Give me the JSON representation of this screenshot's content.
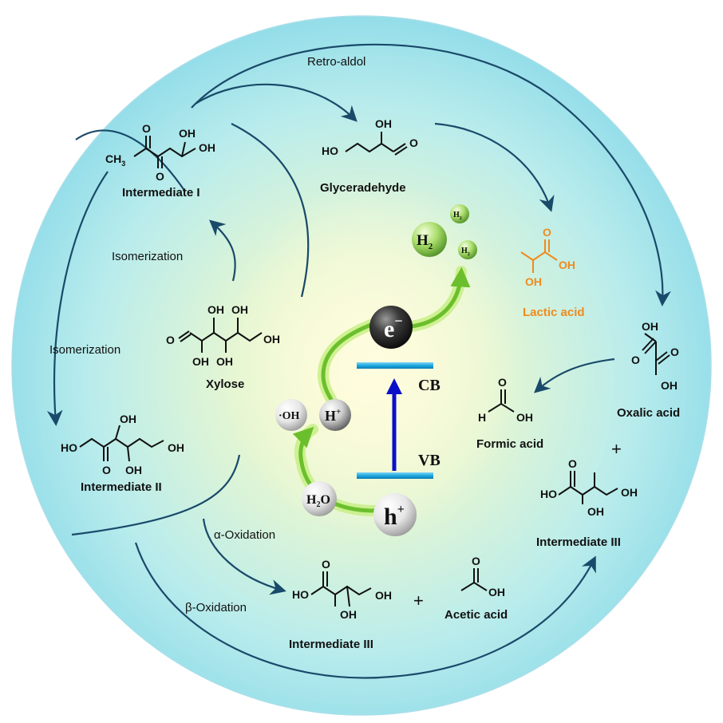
{
  "reactions": {
    "retro_aldol": "Retro-aldol",
    "isomerization_upper": "Isomerization",
    "isomerization_left": "Isomerization",
    "alpha_oxidation": "α-Oxidation",
    "beta_oxidation": "β-Oxidation"
  },
  "compounds": {
    "intermediate_1": "Intermediate I",
    "intermediate_2": "Intermediate II",
    "intermediate_3_bottom": "Intermediate III",
    "intermediate_3_right": "Intermediate III",
    "xylose": "Xylose",
    "glyceraldehyde": "Glyceradehyde",
    "lactic_acid": "Lactic acid",
    "oxalic_acid": "Oxalic acid",
    "formic_acid": "Formic acid",
    "acetic_acid": "Acetic acid"
  },
  "photocatalyst": {
    "electron": "e",
    "electron_sup": "−",
    "hole": "h",
    "hole_sup": "+",
    "conduction_band": "CB",
    "valence_band": "VB",
    "hydroxyl_radical": "·OH",
    "proton": "H",
    "proton_sup": "+",
    "water": "H",
    "water_sub": "2",
    "water_tail": "O",
    "hydrogen_large": "H",
    "hydrogen_large_sub": "2",
    "hydrogen_small": "H",
    "hydrogen_small_sub": "2"
  },
  "atoms": {
    "O": "O",
    "OH": "OH",
    "HO": "HO",
    "H": "H",
    "CH3": "CH",
    "CH3_sub": "3"
  },
  "operators": {
    "plus": "+"
  },
  "colors": {
    "background_outer": "#9fe3ee",
    "background_center": "#f6f7c8",
    "lactic_acid": "#f08a1c",
    "bands": "#1fa8e0",
    "excitation_arrow": "#0a10c8",
    "glow": "#7fd23a"
  }
}
